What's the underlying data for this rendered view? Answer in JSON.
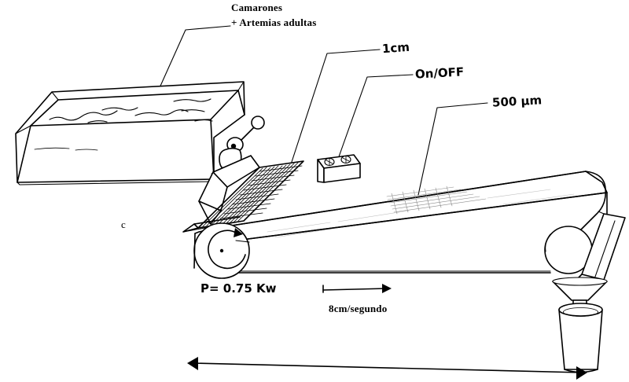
{
  "diagram": {
    "title": "Conveyor belt shrimp / artemia separation setup",
    "style": "hand-drawn line sketch, black ink on white"
  },
  "labels": {
    "tank": {
      "line1": "Camarones",
      "line2": "+ Artemias adultas",
      "type": "typed",
      "points_to": "water-tank"
    },
    "mesh_gap": {
      "text": "1cm",
      "type": "handwritten",
      "points_to": "inclined-screen-chute"
    },
    "switch": {
      "text": "On/OFF",
      "type": "handwritten",
      "points_to": "control-box"
    },
    "mesh_size": {
      "text": "500 μm",
      "type": "handwritten",
      "points_to": "belt-mesh-patch"
    },
    "power": {
      "text": "P= 0.75 Kw",
      "type": "handwritten",
      "refers_to": "motor-power"
    },
    "speed": {
      "text": "8cm/segundo",
      "type": "typed",
      "refers_to": "belt-speed-arrow"
    },
    "stray_mark": {
      "text": "c",
      "type": "typed"
    }
  },
  "components": [
    {
      "name": "water-tank",
      "description": "open rectangular tank in isometric view with wavy water surface"
    },
    {
      "name": "tap-valve",
      "description": "faucet with round handle knob on the tank outlet"
    },
    {
      "name": "feed-hopper",
      "description": "V shaped hopper below the tap"
    },
    {
      "name": "inclined-screen-chute",
      "description": "hatched inclined mesh chute feeding the belt"
    },
    {
      "name": "conveyor-belt",
      "description": "long horizontal conveyor belt running left to right"
    },
    {
      "name": "left-roller",
      "description": "drive roller with rotation direction arrow"
    },
    {
      "name": "right-roller",
      "description": "tail roller at discharge end"
    },
    {
      "name": "control-box",
      "description": "small box on the belt frame with two round buttons"
    },
    {
      "name": "belt-mesh-patch",
      "description": "fine mesh texture area on the belt surface"
    },
    {
      "name": "discharge-chute",
      "description": "angled chute at the right end"
    },
    {
      "name": "funnel",
      "description": "funnel with spout under the discharge chute"
    },
    {
      "name": "collection-bucket",
      "description": "cylindrical collection bucket"
    },
    {
      "name": "overall-length-arrow",
      "description": "double headed dimension arrow spanning the whole rig"
    }
  ]
}
